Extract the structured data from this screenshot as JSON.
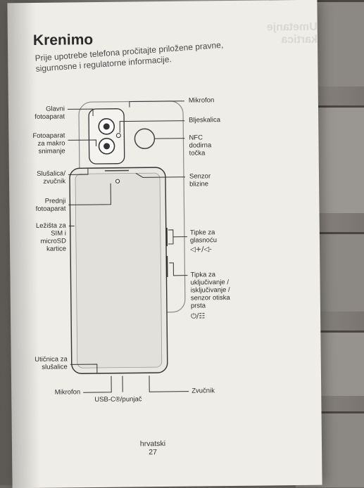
{
  "page": {
    "ghost_text": "Umetanje kartica",
    "title": "Krenimo",
    "intro": "Prije upotrebe telefona pročitajte priložene pravne, sigurnosne i regulatorne informacije.",
    "footer_lang": "hrvatski",
    "footer_page": "27"
  },
  "labels": {
    "main_camera": "Glavni\nfotoaparat",
    "macro_camera": "Fotoaparat\nza makro\nsnimanje",
    "earpiece": "Slušalica/\nzvučnik",
    "front_camera": "Prednji\nfotoaparat",
    "sim_tray": "Ležišta za\nSIM i\nmicroSD\nkartice",
    "headphone_jack": "Utičnica za\nslušalice",
    "mic_bottom": "Mikrofon",
    "usb": "USB-C®/punjač",
    "mic_top": "Mikrofon",
    "flash": "Bljeskalica",
    "nfc": "NFC\ndodirna\ntočka",
    "proximity": "Senzor\nblizine",
    "volume": "Tipke za\nglasnoću",
    "volume_symbols": "◁+/◁-",
    "power": "Tipka za\nuključivanje /\nisključivanje /\nsenzor otiska\nprsta",
    "power_symbols": "⏻/☷",
    "speaker": "Zvučnik"
  },
  "colors": {
    "paper": "#efede8",
    "ink": "#2c2c2c",
    "phone_line": "#777777"
  }
}
